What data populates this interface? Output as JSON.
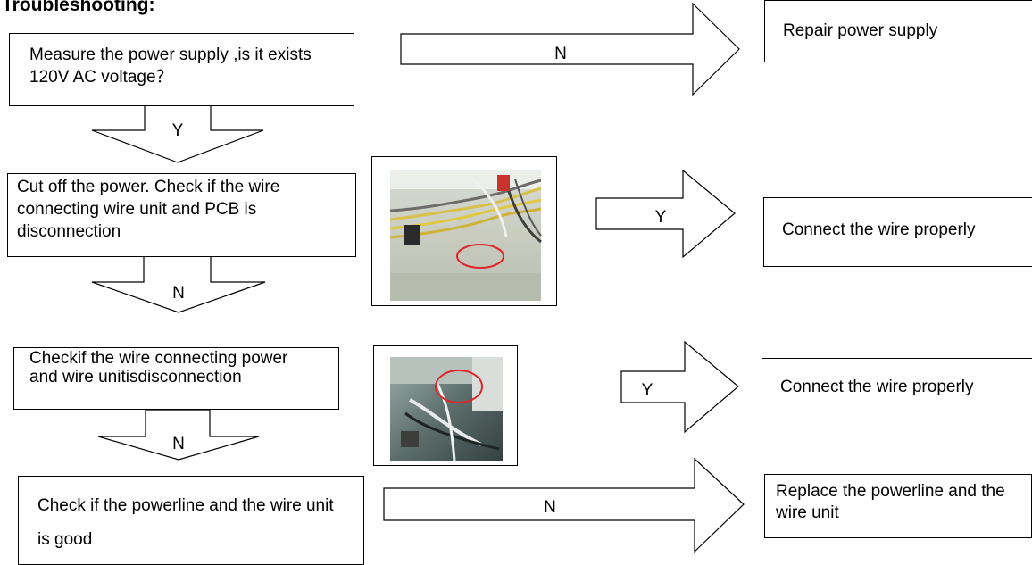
{
  "title": "Troubleshooting:",
  "steps": [
    {
      "question": "Measure the power supply ,is it exists 120V AC voltage？",
      "no_label": "N",
      "yes_label": "Y",
      "action": "Repair power supply"
    },
    {
      "question": "Cut off the power. Check if the wire connecting wire unit and PCB is disconnection",
      "yes_label": "Y",
      "no_label": "N",
      "action": "Connect the wire properly"
    },
    {
      "question_line1": "Checkif the wire connecting power",
      "question_line2": "and wire unitisdisconnection",
      "yes_label": "Y",
      "no_label": "N",
      "action": "Connect the wire properly"
    },
    {
      "question": "Check if the powerline and the wire unit is good",
      "no_label": "N",
      "action": "Replace the powerline and the wire unit"
    }
  ],
  "colors": {
    "highlight_circle": "#e0262b",
    "stroke": "#000000"
  }
}
